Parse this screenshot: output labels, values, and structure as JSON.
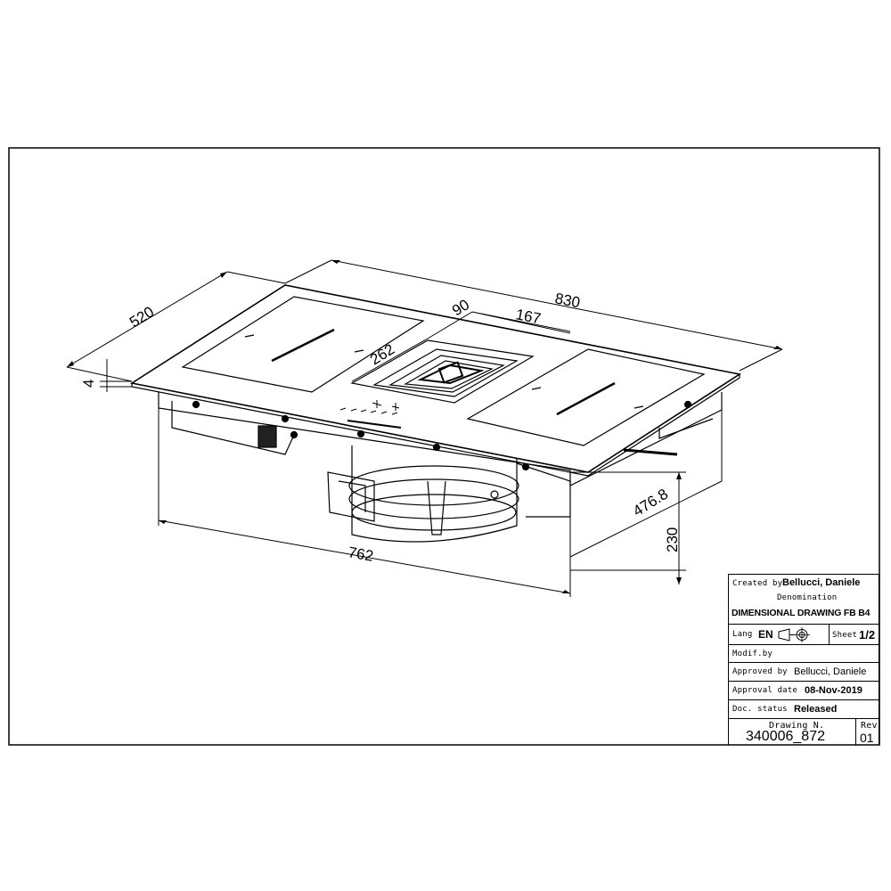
{
  "dimensions": {
    "width_total": "830",
    "depth": "520",
    "thickness": "4",
    "vent_width": "262",
    "vent_depth": "90",
    "vent_offset": "167",
    "cutout_width": "762",
    "cutout_depth": "476.8",
    "height": "230"
  },
  "title_block": {
    "created_label": "Created by",
    "created_value": "Bellucci, Daniele",
    "denomination_label": "Denomination",
    "denomination_value": "DIMENSIONAL DRAWING FB B4",
    "lang_label": "Lang",
    "lang_value": "EN",
    "sheet_label": "Sheet",
    "sheet_value": "1/2",
    "modif_label": "Modif.by",
    "approved_label": "Approved by",
    "approved_value": "Bellucci, Daniele",
    "approval_date_label": "Approval date",
    "approval_date_value": "08-Nov-2019",
    "status_label": "Doc. status",
    "status_value": "Released",
    "drawing_no_label": "Drawing N.",
    "drawing_no_value": "340006_872",
    "rev_label": "Rev",
    "rev_value": "01"
  }
}
